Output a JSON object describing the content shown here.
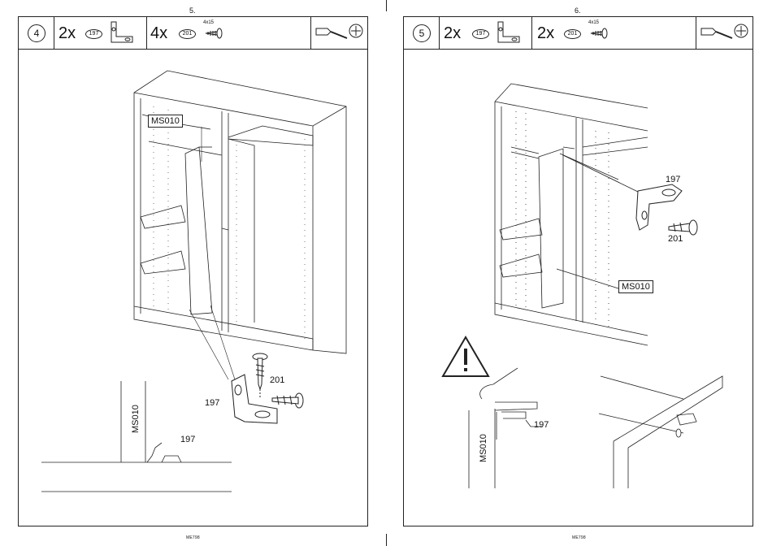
{
  "pages": [
    {
      "page_number": "5.",
      "step": "4",
      "parts": [
        {
          "qty": "2x",
          "id": "197"
        },
        {
          "qty": "4x",
          "id": "201",
          "size": "4x15"
        }
      ],
      "labels": {
        "panel": "MS010",
        "bracket": "197",
        "screw": "201",
        "detail_panel": "MS010",
        "detail_bracket": "197"
      }
    },
    {
      "page_number": "6.",
      "step": "5",
      "parts": [
        {
          "qty": "2x",
          "id": "197"
        },
        {
          "qty": "2x",
          "id": "201",
          "size": "4x15"
        }
      ],
      "labels": {
        "bracket": "197",
        "screw": "201",
        "panel": "MS010",
        "detail_panel": "MS010",
        "detail_bracket": "197"
      }
    }
  ],
  "footer": "ME798",
  "icons": [
    "screwdriver-icon",
    "phillips-head-icon",
    "bracket-197-icon",
    "screw-201-icon",
    "warning-icon"
  ]
}
